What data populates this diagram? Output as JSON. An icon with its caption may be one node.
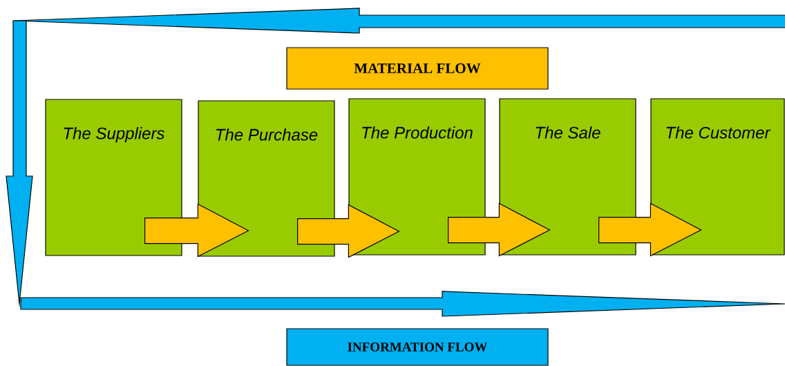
{
  "diagram": {
    "nodes": [
      {
        "text": [
          "MATERIAL FLOW"
        ]
      },
      {
        "text": [
          "The Suppliers"
        ]
      },
      {
        "text": [
          "The Purchase"
        ]
      },
      {
        "text": [
          "The Production"
        ]
      },
      {
        "text": [
          "The Sale"
        ]
      },
      {
        "text": [
          "The Customer"
        ]
      },
      {
        "text": [
          "INFORMATION FLOW"
        ]
      }
    ],
    "edges": [
      {
        "from": 1,
        "to": 2,
        "arrow": "to"
      },
      {
        "from": 2,
        "to": 3,
        "arrow": "to"
      },
      {
        "from": 3,
        "to": 4,
        "arrow": "to"
      },
      {
        "from": 4,
        "to": 5,
        "arrow": "to"
      }
    ]
  }
}
